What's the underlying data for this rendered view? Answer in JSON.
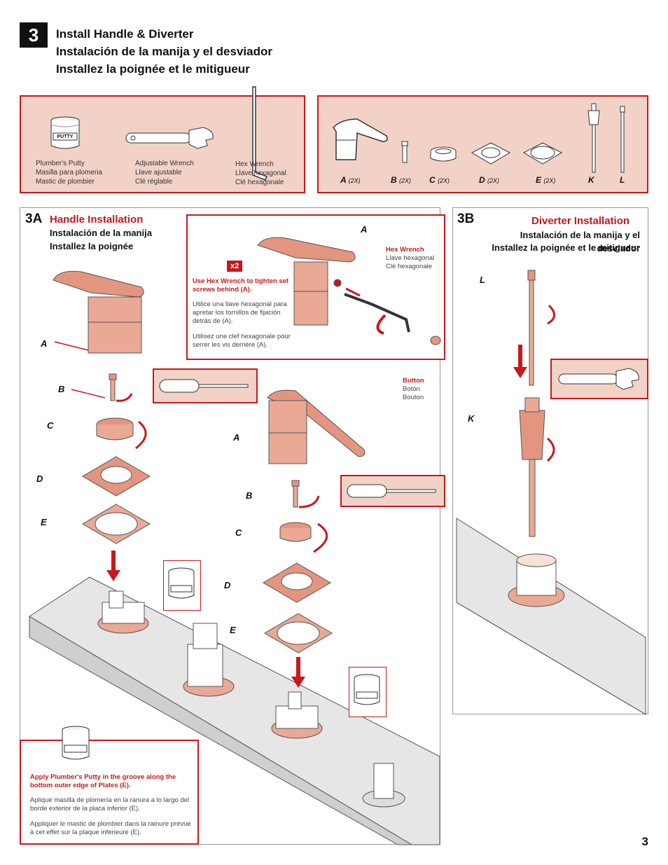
{
  "header": {
    "step": "3",
    "title_en": "Install Handle & Diverter",
    "title_es": "Instalación de la manija y el desviador",
    "title_fr": "Installez la poignée et le mitigueur"
  },
  "tools": [
    {
      "icon": "putty-jar-icon",
      "en": "Plumber's Putty",
      "es": "Masilla para plomeria",
      "fr": "Mastic de plombier",
      "jar_label": "PUTTY"
    },
    {
      "icon": "adjustable-wrench-icon",
      "en": "Adjustable Wrench",
      "es": "Llave ajustable",
      "fr": "Clé réglable"
    },
    {
      "icon": "hex-wrench-icon",
      "en": "Hex Wrench",
      "es": "Llave hexagonal",
      "fr": "Clé hexagonale"
    }
  ],
  "parts": [
    {
      "letter": "A",
      "qty": "(2X)"
    },
    {
      "letter": "B",
      "qty": "(2X)"
    },
    {
      "letter": "C",
      "qty": "(2X)"
    },
    {
      "letter": "D",
      "qty": "(2X)"
    },
    {
      "letter": "E",
      "qty": "(2X)"
    },
    {
      "letter": "K",
      "qty": ""
    },
    {
      "letter": "L",
      "qty": ""
    }
  ],
  "section_3a": {
    "number": "3A",
    "title": "Handle Installation",
    "sub_es": "Instalación de la manija",
    "sub_fr": "Installez la poignée",
    "callout": {
      "multiplier": "x2",
      "en": "Use Hex Wrench to tighten set screws behind (A).",
      "es": "Utilice una llave hexagonal para apretar los tornillos de fijación detrás de (A).",
      "fr": "Utilisez une clef hexagonale pour serrer les vis derrière (A).",
      "hex_en": "Hex Wrench",
      "hex_es": "Llave hexagonal",
      "hex_fr": "Clé hexagonale",
      "button_en": "Button",
      "button_es": "Botón",
      "button_fr": "Bouton",
      "label_a": "A"
    },
    "labels": {
      "a1": "A",
      "b1": "B",
      "c1": "C",
      "d1": "D",
      "e1": "E",
      "a2": "A",
      "b2": "B",
      "c2": "C",
      "d2": "D",
      "e2": "E"
    },
    "putty_note": {
      "en": "Apply Plumber's Putty in the groove along the bottom outer edge of Plates (E).",
      "es": "Aplique masilla de plomería en la ranura a lo largo del borde exterior de la placa inferior (E).",
      "fr": "Appliquer le mastic de plombier dans la rainure prévue à cet effet sur la plaque inférieure (E)."
    }
  },
  "section_3b": {
    "number": "3B",
    "title": "Diverter Installation",
    "sub_es": "Instalación de la manija y el desviador",
    "sub_fr": "Installez la poignée et le mitigueur",
    "labels": {
      "l": "L",
      "k": "K"
    }
  },
  "page_number": "3",
  "colors": {
    "accent": "#c8181e",
    "panel": "#f2d2c7",
    "copper": "#e4957f"
  }
}
